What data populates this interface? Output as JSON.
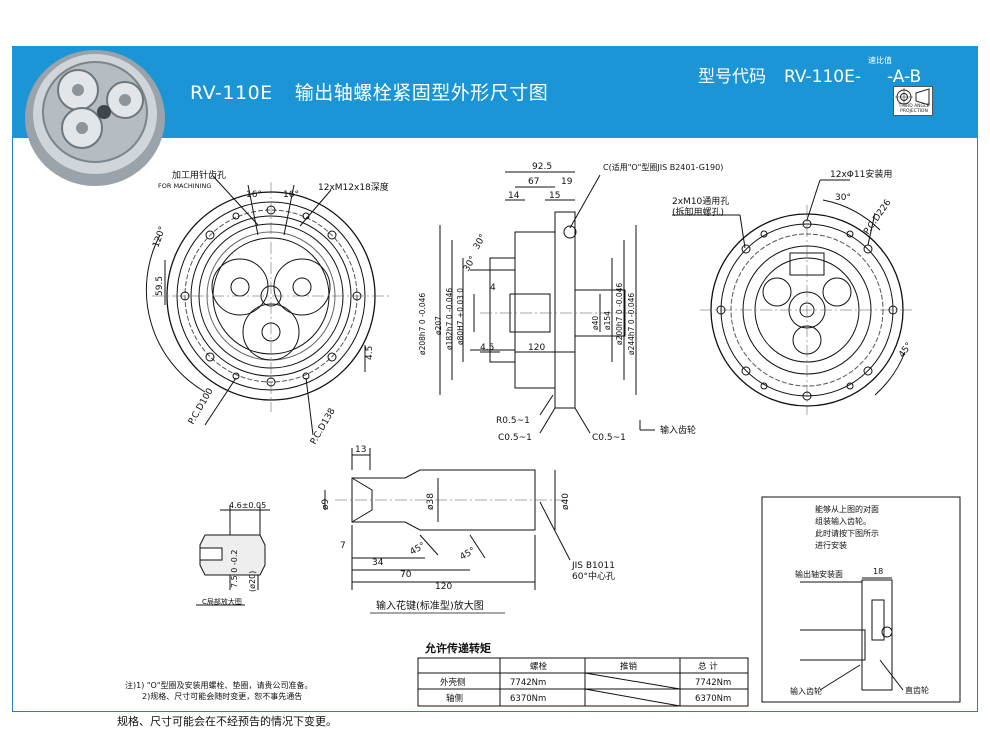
{
  "header": {
    "title_model": "RV-110E",
    "title_text": "输出轴螺栓紧固型外形尺寸图",
    "model_code_label": "型号代码",
    "model_code_value": "RV-110E-",
    "ratio_hint": "速比值",
    "model_suffix": "-A-B",
    "projection_text": "THIRD ANGLE PROJECTION",
    "accent_color": "#1b95d6"
  },
  "front_view": {
    "machining_hole_cn": "加工用针齿孔",
    "machining_hole_en": "FOR MACHINING",
    "angle_left": "16°",
    "angle_right": "16°",
    "bolt_spec": "12xM12x18深度",
    "angle_120": "120°",
    "dim_59_5": "59.5",
    "dim_4_5": "4.5",
    "pcd_100": "P.C.D100",
    "pcd_138": "P.C.D138"
  },
  "side_view": {
    "dim_92_5": "92.5",
    "dim_67": "67",
    "dim_19": "19",
    "dim_14": "14",
    "dim_15": "15",
    "dim_4": "4",
    "dim_30deg": "30°",
    "chamfer_30": "30°",
    "dim_4_5": "4.5",
    "dim_120": "120",
    "oring_note": "C(适用\"O\"型圈JIS B2401-G190)",
    "phi_208": "ø208h7 0 -0.046",
    "phi_207": "ø207",
    "phi_182": "ø182h7 0 -0.046",
    "phi_80": "ø80H7 +0.03 0",
    "phi_40": "ø40",
    "phi_154": "ø154",
    "phi_200": "ø200h7 0 -0.046",
    "phi_244": "ø244h7 0 -0.046",
    "r_note": "R0.5~1",
    "c_note_1": "C0.5~1",
    "c_note_2": "C0.5~1",
    "input_gear": "输入齿轮"
  },
  "back_view": {
    "mount_holes": "12xΦ11安装用",
    "tap_holes_1": "2xM10通用孔",
    "tap_holes_2": "(拆卸用螺孔)",
    "angle_30": "30°",
    "angle_45": "45°",
    "pcd_226": "P.C.D226"
  },
  "key_view": {
    "dim_4_6": "4.6±0.05",
    "dim_7_5": "7.5 0 -0.2",
    "phi_20": "(ø20)",
    "caption": "C局部放大图"
  },
  "shaft_view": {
    "dim_13": "13",
    "dim_9": "ø9",
    "dim_38": "ø38",
    "dim_40": "ø40",
    "dim_7": "7",
    "dim_34": "34",
    "dim_70": "70",
    "dim_120": "120",
    "angle_45a": "45°",
    "angle_45b": "45°",
    "jis_1": "JIS B1011",
    "jis_2": "60°中心孔",
    "caption": "输入花键(标准型)放大图"
  },
  "torque_table": {
    "title": "允许传递转矩",
    "headers": [
      "",
      "螺栓",
      "推销",
      "总 计"
    ],
    "rows": [
      [
        "外壳侧",
        "7742Nm",
        "",
        "7742Nm"
      ],
      [
        "轴侧",
        "6370Nm",
        "",
        "6370Nm"
      ]
    ]
  },
  "notes": {
    "note1": "注)1) \"O\"型圈及安装用螺栓、垫圈，请贵公司准备。",
    "note2": "2)规格、尺寸可能会随时变更，恕不事先通告"
  },
  "install_box": {
    "text1": "能够从上图的对面",
    "text2": "组装输入齿轮。",
    "text3": "此时请按下图所示",
    "text4": "进行安装",
    "label_flange": "输出轴安装面",
    "dim_18": "18",
    "label_input": "输入齿轮",
    "label_spur": "直齿轮"
  },
  "footer": {
    "text": "规格、尺寸可能会在不经预告的情况下变更。"
  }
}
